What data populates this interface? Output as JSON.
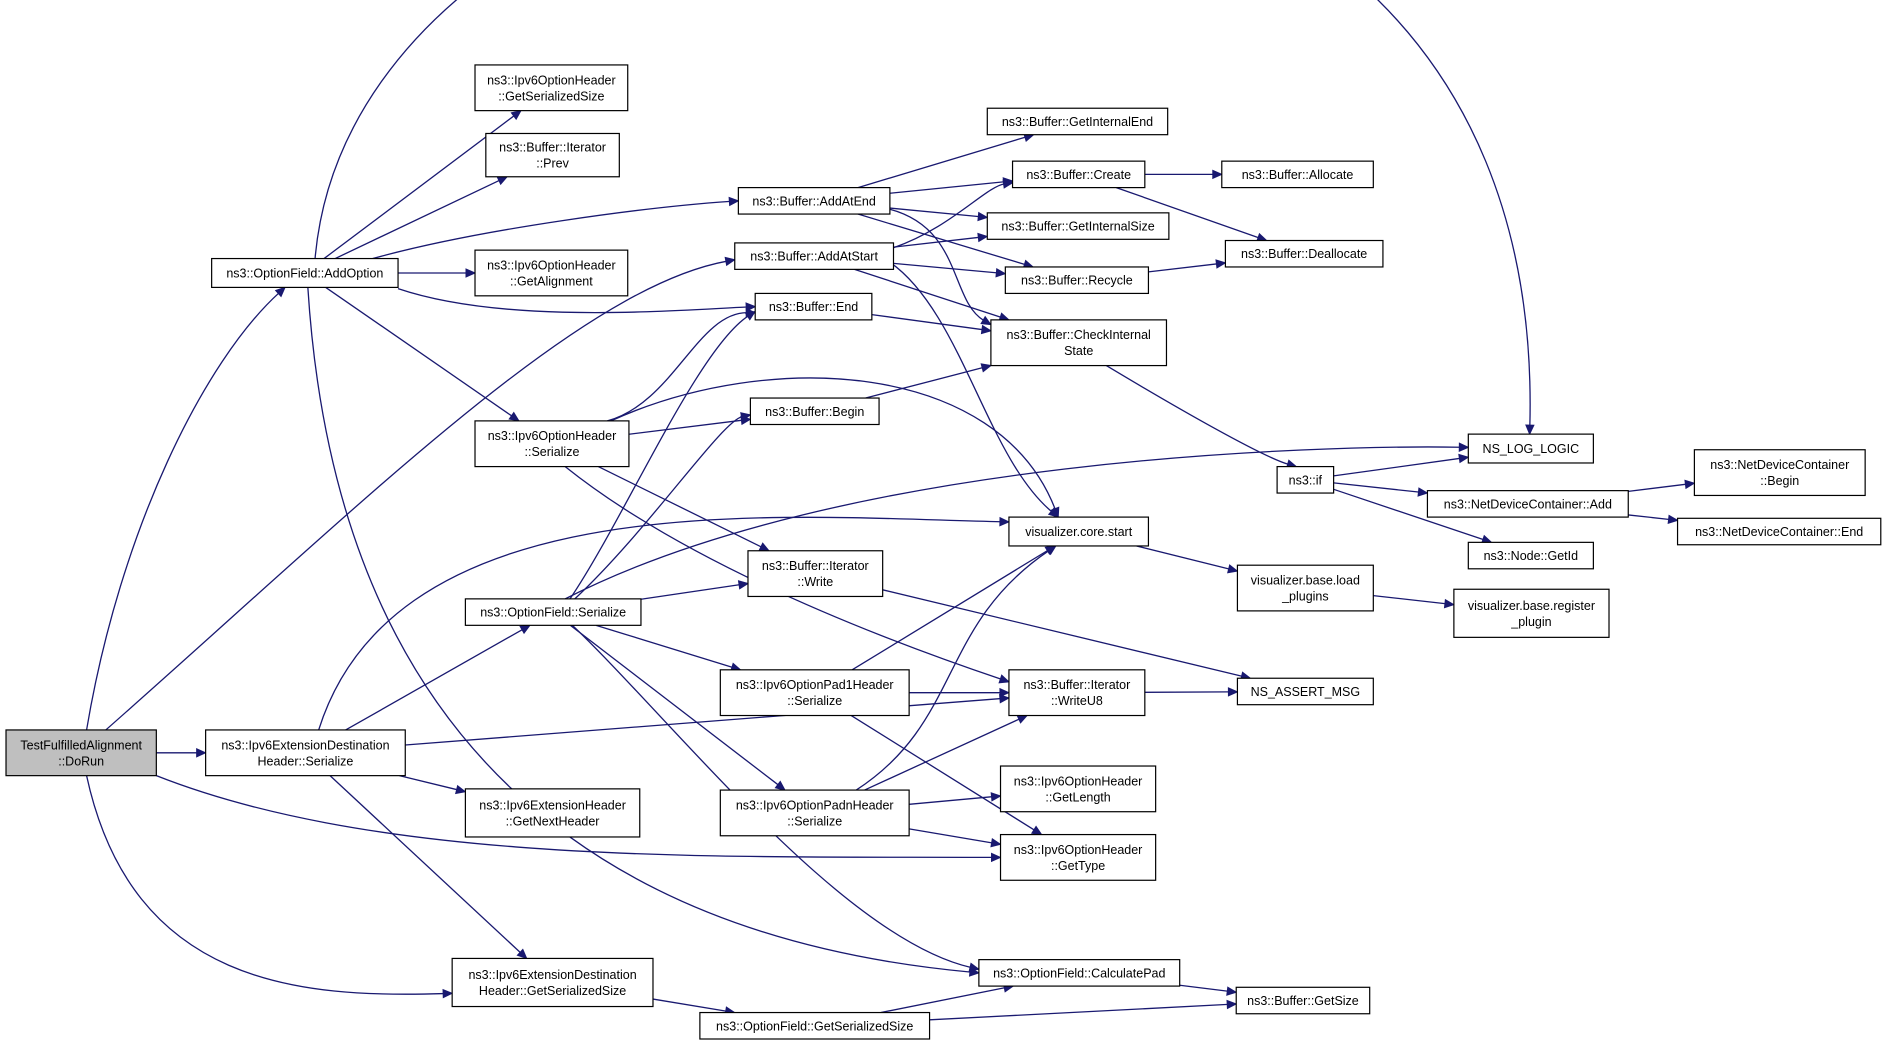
{
  "graph": {
    "edge_color": "#191970",
    "root_fill": "#bfbfbf",
    "node_fill": "#ffffff",
    "nodes": [
      {
        "id": "root",
        "lines": [
          "TestFulfilledAlignment",
          "::DoRun"
        ],
        "root": true
      },
      {
        "id": "addopt",
        "lines": [
          "ns3::OptionField::AddOption"
        ]
      },
      {
        "id": "extser",
        "lines": [
          "ns3::Ipv6ExtensionDestination",
          "Header::Serialize"
        ]
      },
      {
        "id": "extgss",
        "lines": [
          "ns3::Ipv6ExtensionDestination",
          "Header::GetSerializedSize"
        ]
      },
      {
        "id": "ohgss",
        "lines": [
          "ns3::Ipv6OptionHeader",
          "::GetSerializedSize"
        ]
      },
      {
        "id": "itprev",
        "lines": [
          "ns3::Buffer::Iterator",
          "::Prev"
        ]
      },
      {
        "id": "ohga",
        "lines": [
          "ns3::Ipv6OptionHeader",
          "::GetAlignment"
        ]
      },
      {
        "id": "ohser",
        "lines": [
          "ns3::Ipv6OptionHeader",
          "::Serialize"
        ]
      },
      {
        "id": "ofser",
        "lines": [
          "ns3::OptionField::Serialize"
        ]
      },
      {
        "id": "ehgnh",
        "lines": [
          "ns3::Ipv6ExtensionHeader",
          "::GetNextHeader"
        ]
      },
      {
        "id": "ofgss",
        "lines": [
          "ns3::OptionField::GetSerializedSize"
        ]
      },
      {
        "id": "addend",
        "lines": [
          "ns3::Buffer::AddAtEnd"
        ]
      },
      {
        "id": "addstart",
        "lines": [
          "ns3::Buffer::AddAtStart"
        ]
      },
      {
        "id": "bend",
        "lines": [
          "ns3::Buffer::End"
        ]
      },
      {
        "id": "bbegin",
        "lines": [
          "ns3::Buffer::Begin"
        ]
      },
      {
        "id": "itwrite",
        "lines": [
          "ns3::Buffer::Iterator",
          "::Write"
        ]
      },
      {
        "id": "pad1",
        "lines": [
          "ns3::Ipv6OptionPad1Header",
          "::Serialize"
        ]
      },
      {
        "id": "padn",
        "lines": [
          "ns3::Ipv6OptionPadnHeader",
          "::Serialize"
        ]
      },
      {
        "id": "gie",
        "lines": [
          "ns3::Buffer::GetInternalEnd"
        ]
      },
      {
        "id": "create",
        "lines": [
          "ns3::Buffer::Create"
        ]
      },
      {
        "id": "gis",
        "lines": [
          "ns3::Buffer::GetInternalSize"
        ]
      },
      {
        "id": "recycle",
        "lines": [
          "ns3::Buffer::Recycle"
        ]
      },
      {
        "id": "cis",
        "lines": [
          "ns3::Buffer::CheckInternal",
          "State"
        ]
      },
      {
        "id": "vstart",
        "lines": [
          "visualizer.core.start"
        ]
      },
      {
        "id": "wu8",
        "lines": [
          "ns3::Buffer::Iterator",
          "::WriteU8"
        ]
      },
      {
        "id": "ohgl",
        "lines": [
          "ns3::Ipv6OptionHeader",
          "::GetLength"
        ]
      },
      {
        "id": "ohgt",
        "lines": [
          "ns3::Ipv6OptionHeader",
          "::GetType"
        ]
      },
      {
        "id": "calcpad",
        "lines": [
          "ns3::OptionField::CalculatePad"
        ]
      },
      {
        "id": "alloc",
        "lines": [
          "ns3::Buffer::Allocate"
        ]
      },
      {
        "id": "dealloc",
        "lines": [
          "ns3::Buffer::Deallocate"
        ]
      },
      {
        "id": "nsif",
        "lines": [
          "ns3::if"
        ]
      },
      {
        "id": "loadplug",
        "lines": [
          "visualizer.base.load",
          "_plugins"
        ]
      },
      {
        "id": "assert",
        "lines": [
          "NS_ASSERT_MSG"
        ]
      },
      {
        "id": "getsize",
        "lines": [
          "ns3::Buffer::GetSize"
        ]
      },
      {
        "id": "logic",
        "lines": [
          "NS_LOG_LOGIC"
        ]
      },
      {
        "id": "ndcadd",
        "lines": [
          "ns3::NetDeviceContainer::Add"
        ]
      },
      {
        "id": "getid",
        "lines": [
          "ns3::Node::GetId"
        ]
      },
      {
        "id": "regplug",
        "lines": [
          "visualizer.base.register",
          "_plugin"
        ]
      },
      {
        "id": "ndcbegin",
        "lines": [
          "ns3::NetDeviceContainer",
          "::Begin"
        ]
      },
      {
        "id": "ndcend",
        "lines": [
          "ns3::NetDeviceContainer::End"
        ]
      }
    ],
    "edges": [
      [
        "root",
        "addopt"
      ],
      [
        "root",
        "extser"
      ],
      [
        "root",
        "extgss"
      ],
      [
        "root",
        "ohgt"
      ],
      [
        "root",
        "addstart"
      ],
      [
        "addopt",
        "logic"
      ],
      [
        "addopt",
        "ohgss"
      ],
      [
        "addopt",
        "itprev"
      ],
      [
        "addopt",
        "addend"
      ],
      [
        "addopt",
        "ohga"
      ],
      [
        "addopt",
        "bend"
      ],
      [
        "addopt",
        "ohser"
      ],
      [
        "addopt",
        "calcpad"
      ],
      [
        "extser",
        "vstart"
      ],
      [
        "extser",
        "ofser"
      ],
      [
        "extser",
        "wu8"
      ],
      [
        "extser",
        "ehgnh"
      ],
      [
        "extser",
        "extgss"
      ],
      [
        "extgss",
        "ofgss"
      ],
      [
        "ohser",
        "bend"
      ],
      [
        "ohser",
        "bbegin"
      ],
      [
        "ohser",
        "itwrite"
      ],
      [
        "ohser",
        "wu8"
      ],
      [
        "ohser",
        "vstart"
      ],
      [
        "ofser",
        "bend"
      ],
      [
        "ofser",
        "bbegin"
      ],
      [
        "ofser",
        "itwrite"
      ],
      [
        "ofser",
        "pad1"
      ],
      [
        "ofser",
        "padn"
      ],
      [
        "ofser",
        "calcpad"
      ],
      [
        "ofser",
        "logic"
      ],
      [
        "ofgss",
        "calcpad"
      ],
      [
        "ofgss",
        "getsize"
      ],
      [
        "addend",
        "gie"
      ],
      [
        "addend",
        "create"
      ],
      [
        "addend",
        "gis"
      ],
      [
        "addend",
        "recycle"
      ],
      [
        "addend",
        "cis"
      ],
      [
        "addstart",
        "create"
      ],
      [
        "addstart",
        "gis"
      ],
      [
        "addstart",
        "recycle"
      ],
      [
        "addstart",
        "cis"
      ],
      [
        "addstart",
        "vstart"
      ],
      [
        "bend",
        "cis"
      ],
      [
        "bbegin",
        "cis"
      ],
      [
        "itwrite",
        "assert"
      ],
      [
        "pad1",
        "wu8"
      ],
      [
        "pad1",
        "vstart"
      ],
      [
        "pad1",
        "ohgt"
      ],
      [
        "padn",
        "wu8"
      ],
      [
        "padn",
        "vstart"
      ],
      [
        "padn",
        "ohgl"
      ],
      [
        "padn",
        "ohgt"
      ],
      [
        "create",
        "alloc"
      ],
      [
        "create",
        "dealloc"
      ],
      [
        "recycle",
        "dealloc"
      ],
      [
        "cis",
        "nsif"
      ],
      [
        "vstart",
        "loadplug"
      ],
      [
        "wu8",
        "assert"
      ],
      [
        "calcpad",
        "getsize"
      ],
      [
        "nsif",
        "logic"
      ],
      [
        "nsif",
        "ndcadd"
      ],
      [
        "nsif",
        "getid"
      ],
      [
        "loadplug",
        "regplug"
      ],
      [
        "ndcadd",
        "ndcbegin"
      ],
      [
        "ndcadd",
        "ndcend"
      ]
    ]
  }
}
